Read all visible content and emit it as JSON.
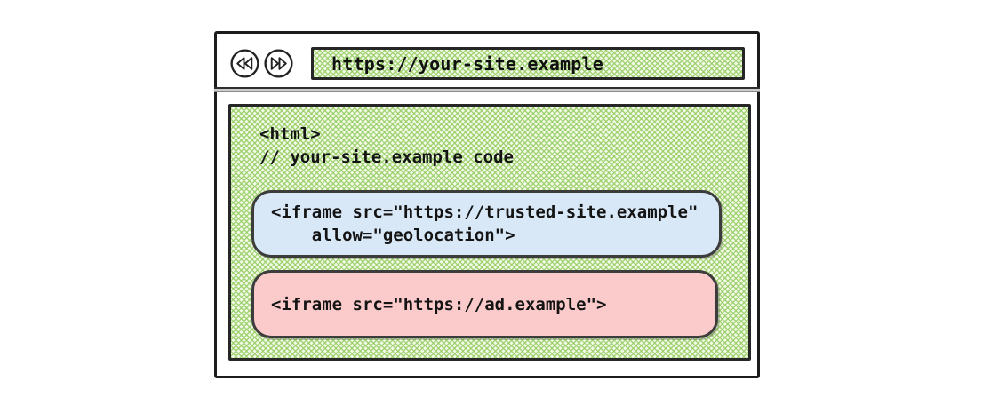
{
  "diagram": {
    "browser_window": {
      "address_bar": {
        "url": "https://your-site.example"
      },
      "back_icon": "rewind-icon",
      "forward_icon": "fast-forward-icon"
    },
    "page_source": {
      "html_open_tag": "<html>",
      "comment": "// your-site.example code"
    },
    "trusted_iframe_snippet": {
      "line1": "<iframe src=\"https://trusted-site.example\"",
      "line2": "    allow=\"geolocation\">"
    },
    "ad_iframe_snippet": {
      "line1": "<iframe src=\"https://ad.example\">"
    },
    "colors": {
      "hatch_green": "#a9d97e",
      "hatch_background": "#f2f9e6",
      "trusted_box_fill": "#d9e8f7",
      "ad_box_fill": "#fbcaca",
      "border_dark": "#1c1c1c"
    }
  }
}
